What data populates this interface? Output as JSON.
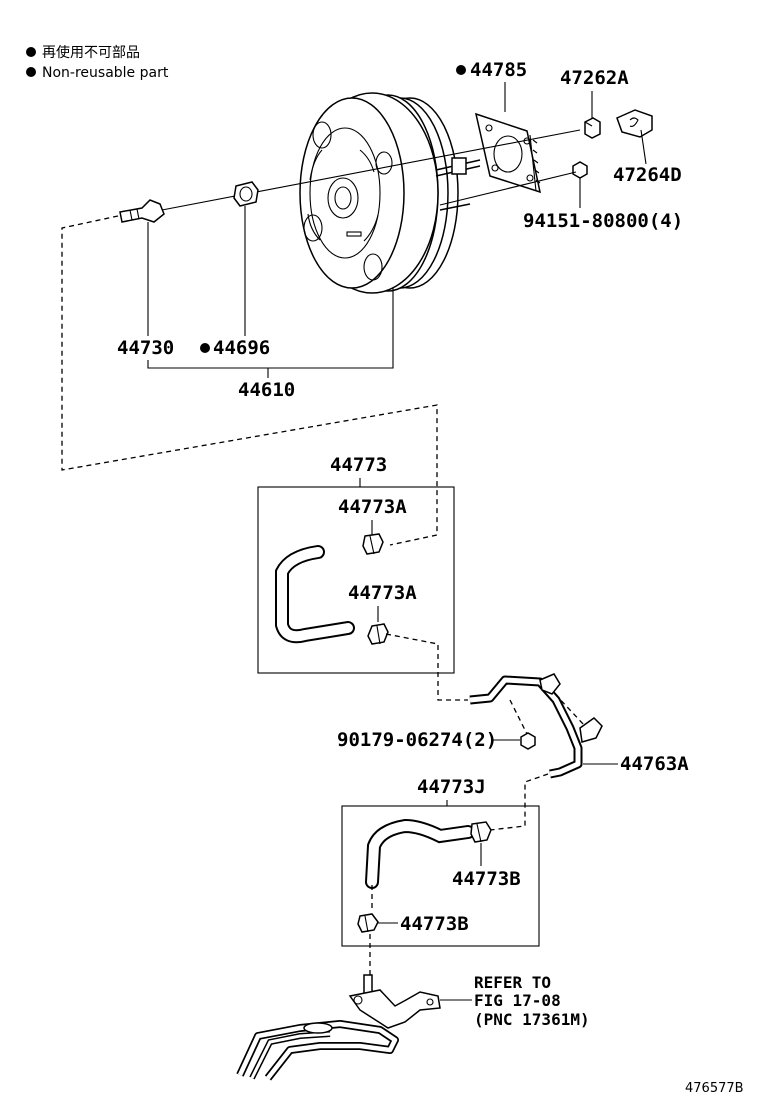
{
  "legend": {
    "jp": "再使用不可部品",
    "en": "Non-reusable part"
  },
  "labels": {
    "p44785": "44785",
    "p47262A": "47262A",
    "p47264D": "47264D",
    "p94151": "94151-80800(4)",
    "p44730": "44730",
    "p44696": "44696",
    "p44610": "44610",
    "p44773": "44773",
    "p44773A_1": "44773A",
    "p44773A_2": "44773A",
    "p90179": "90179-06274(2)",
    "p44763A": "44763A",
    "p44773J": "44773J",
    "p44773B_1": "44773B",
    "p44773B_2": "44773B",
    "refer_line1": "REFER TO",
    "refer_line2": "FIG 17-08",
    "refer_line3": "(PNC 17361M)"
  },
  "diagram_code": "476577B"
}
